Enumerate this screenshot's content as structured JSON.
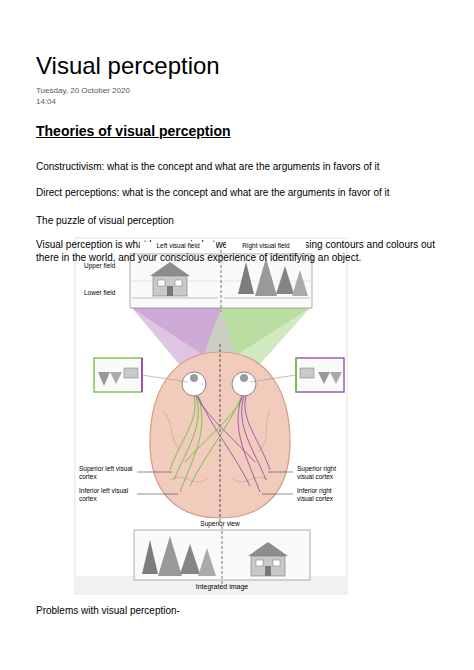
{
  "diagram": {
    "title": "Visual perception",
    "labels": [
      "Tuesday, 20 October 2020",
      "14:04",
      "Theories of visual perception",
      "Constructivism: what is the concept and what are the arguments in favors of it",
      "Direct perceptions: what is the concept and what are the arguments in favor of it",
      "The puzzle of visual perception",
      "Visual perception is what happens in-between your eyes sensing contours and colours out there in the world, and your conscious experience of identifying an object.",
      "Left visual field",
      "Right visual field",
      "Upper field",
      "Lower field",
      "Superior left visual cortex",
      "Inferior left visual cortex",
      "Superior right visual cortex",
      "Inferior right visual cortex",
      "Superior view",
      "Integrated image",
      "Problems with visual perception-"
    ]
  }
}
